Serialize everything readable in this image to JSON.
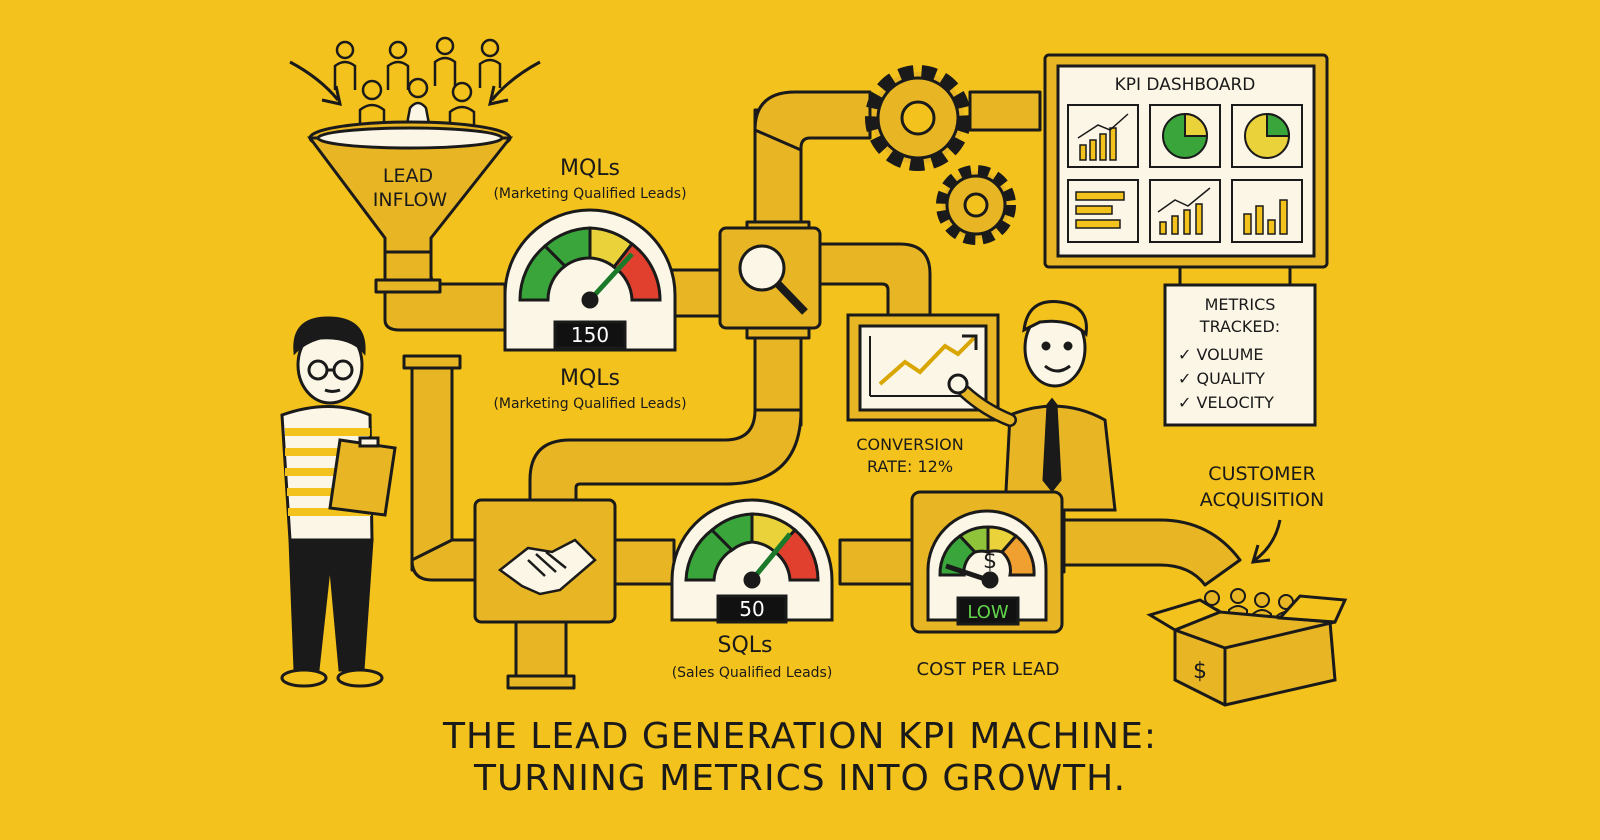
{
  "title": {
    "line1": "THE LEAD GENERATION KPI MACHINE:",
    "line2": "TURNING METRICS INTO GROWTH."
  },
  "funnel": {
    "label_line1": "LEAD",
    "label_line2": "INFLOW"
  },
  "mql_gauge": {
    "top_label": "MQLs",
    "top_sublabel": "(Marketing Qualified Leads)",
    "value": "150",
    "bottom_label": "MQLs",
    "bottom_sublabel": "(Marketing Qualified Leads)"
  },
  "sql_gauge": {
    "value": "50",
    "label": "SQLs",
    "sublabel": "(Sales Qualified Leads)"
  },
  "cost_gauge": {
    "symbol": "$",
    "value": "LOW",
    "label": "COST PER LEAD"
  },
  "conversion": {
    "line1": "CONVERSION",
    "line2": "RATE: 12%"
  },
  "dashboard": {
    "title": "KPI DASHBOARD"
  },
  "metrics_card": {
    "title_line1": "METRICS",
    "title_line2": "TRACKED:",
    "items": [
      "✓ VOLUME",
      "✓ QUALITY",
      "✓ VELOCITY"
    ]
  },
  "acquisition": {
    "line1": "CUSTOMER",
    "line2": "ACQUISITION",
    "box_symbol": "$"
  },
  "colors": {
    "background": "#f4c21c",
    "pipe": "#e8b624",
    "ink": "#1a1a1a",
    "gauge_green": "#3aa53a",
    "gauge_yellow": "#e9d23a",
    "gauge_red": "#e0402d",
    "panel_white": "#fbf6e6"
  },
  "icons": [
    "funnel-icon",
    "gear-icon",
    "magnifier-icon",
    "handshake-icon",
    "trend-chart-icon",
    "box-icon",
    "person-icon"
  ]
}
